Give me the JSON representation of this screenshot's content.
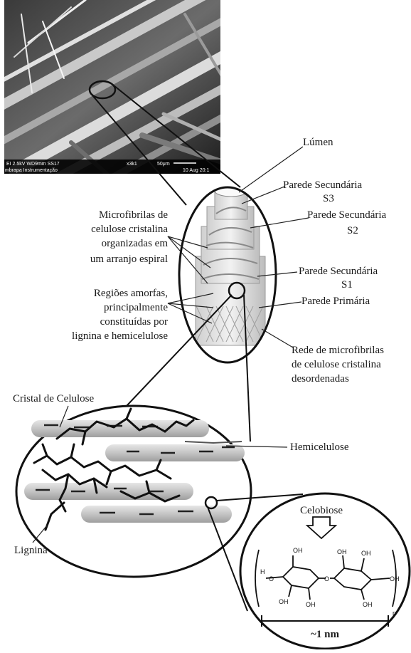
{
  "sem_image": {
    "info_left": "EI   2.5kV   WD9mm   SS17",
    "magnification": "x3k1",
    "scale": "50μm",
    "institution": "mbrapa Instrumentação",
    "date": "10 Aug 20:1"
  },
  "fiber_labels": {
    "lumen": "Lúmen",
    "s3": [
      "Parede Secundária",
      "S3"
    ],
    "s2": [
      "Parede Secundária",
      "S2"
    ],
    "s1": [
      "Parede Secundária",
      "S1"
    ],
    "primary": "Parede Primária",
    "network": [
      "Rede de microfibrilas",
      "de celulose cristalina",
      "desordenadas"
    ],
    "microfibrils": [
      "Microfibrilas de",
      "celulose cristalina",
      "organizadas em",
      "um arranjo espiral"
    ],
    "amorphous": [
      "Regiões amorfas,",
      "principalmente",
      "constituídas por",
      "lignina e hemicelulose"
    ]
  },
  "microstructure_labels": {
    "crystal": "Cristal de Celulose",
    "hemicellulose": "Hemicelulose",
    "lignin": "Lignina"
  },
  "molecule": {
    "title": "Celobiose",
    "scale": "~1 nm",
    "subscript_n": "n",
    "oh": "OH",
    "h": "H",
    "o": "O"
  }
}
